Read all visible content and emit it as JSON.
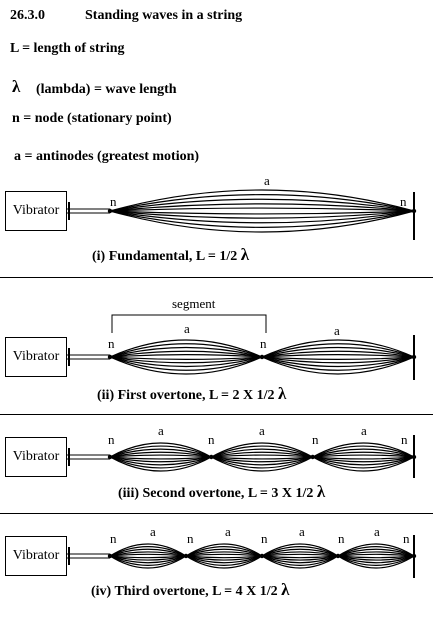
{
  "header": {
    "section": "26.3.0",
    "title": "Standing waves in a string"
  },
  "definitions": {
    "length": "L = length of string",
    "lambda_symbol": "λ",
    "lambda": "(lambda) = wave length",
    "node": "n = node (stationary point)",
    "antinode": "a = antinodes (greatest motion)"
  },
  "diagrams": [
    {
      "vibrator": "Vibrator",
      "caption": "(i) Fundamental, L = 1/2",
      "segments": 1,
      "node_label": "n",
      "antinode_label": "a"
    },
    {
      "vibrator": "Vibrator",
      "caption": "(ii) First overtone, L = 2 X 1/2",
      "segments": 2,
      "segment_label": "segment",
      "node_label": "n",
      "antinode_label": "a"
    },
    {
      "vibrator": "Vibrator",
      "caption": "(iii) Second overtone, L = 3 X 1/2",
      "segments": 3,
      "node_label": "n",
      "antinode_label": "a"
    },
    {
      "vibrator": "Vibrator",
      "caption": "(iv) Third overtone, L = 4 X 1/2",
      "segments": 4,
      "node_label": "n",
      "antinode_label": "a"
    }
  ]
}
